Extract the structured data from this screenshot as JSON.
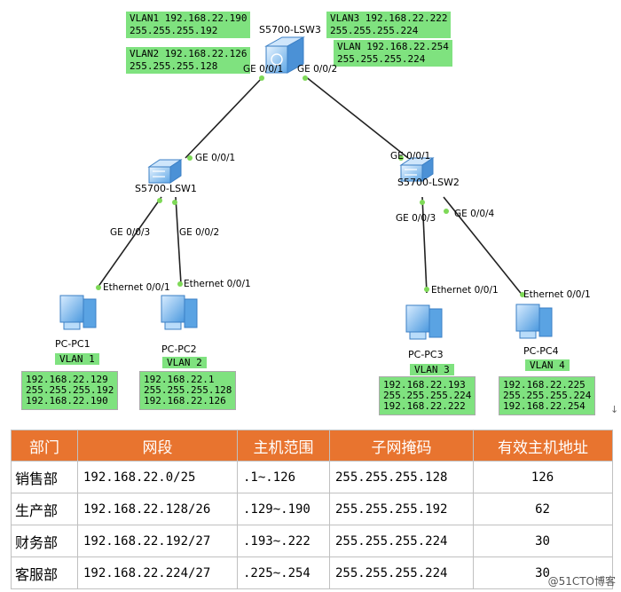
{
  "switches": {
    "lsw3": {
      "name": "S5700-LSW3"
    },
    "lsw1": {
      "name": "S5700-LSW1"
    },
    "lsw2": {
      "name": "S5700-LSW2"
    }
  },
  "lsw3_labels": {
    "vlan1": "VLAN1 192.168.22.190\n255.255.255.192",
    "vlan2": "VLAN2 192.168.22.126\n255.255.255.128",
    "vlan3": "VLAN3 192.168.22.222\n255.255.255.224",
    "vlan4": "VLAN 192.168.22.254\n255.255.255.224"
  },
  "ports": {
    "lsw3_p1": "GE 0/0/1",
    "lsw3_p2": "GE 0/0/2",
    "lsw1_up": "GE 0/0/1",
    "lsw2_up": "GE 0/0/1",
    "lsw1_p3": "GE 0/0/3",
    "lsw1_p2": "GE 0/0/2",
    "lsw2_p3": "GE 0/0/3",
    "lsw2_p4": "GE 0/0/4",
    "pc1_eth": "Ethernet 0/0/1",
    "pc2_eth": "Ethernet 0/0/1",
    "pc3_eth": "Ethernet 0/0/1",
    "pc4_eth": "Ethernet 0/0/1"
  },
  "pcs": [
    {
      "name": "PC-PC1",
      "vlan": "VLAN 1",
      "ip": "192.168.22.129\n255.255.255.192\n192.168.22.190"
    },
    {
      "name": "PC-PC2",
      "vlan": "VLAN 2",
      "ip": "192.168.22.1\n255.255.255.128\n192.168.22.126"
    },
    {
      "name": "PC-PC3",
      "vlan": "VLAN 3",
      "ip": "192.168.22.193\n255.255.255.224\n192.168.22.222"
    },
    {
      "name": "PC-PC4",
      "vlan": "VLAN 4",
      "ip": "192.168.22.225\n255.255.255.224\n192.168.22.254"
    }
  ],
  "table": {
    "headers": [
      "部门",
      "网段",
      "主机范围",
      "子网掩码",
      "有效主机地址"
    ],
    "rows": [
      [
        "销售部",
        "192.168.22.0/25",
        ".1~.126",
        "255.255.255.128",
        "126"
      ],
      [
        "生产部",
        "192.168.22.128/26",
        ".129~.190",
        "255.255.255.192",
        "62"
      ],
      [
        "财务部",
        "192.168.22.192/27",
        ".193~.222",
        "255.255.255.224",
        "30"
      ],
      [
        "客服部",
        "192.168.22.224/27",
        ".225~.254",
        "255.255.255.224",
        "30"
      ]
    ]
  },
  "colors": {
    "label_green": "#7fe27f",
    "header_orange": "#e8742f",
    "port_dot": "#7ed957"
  },
  "watermark": "@51CTO博客"
}
